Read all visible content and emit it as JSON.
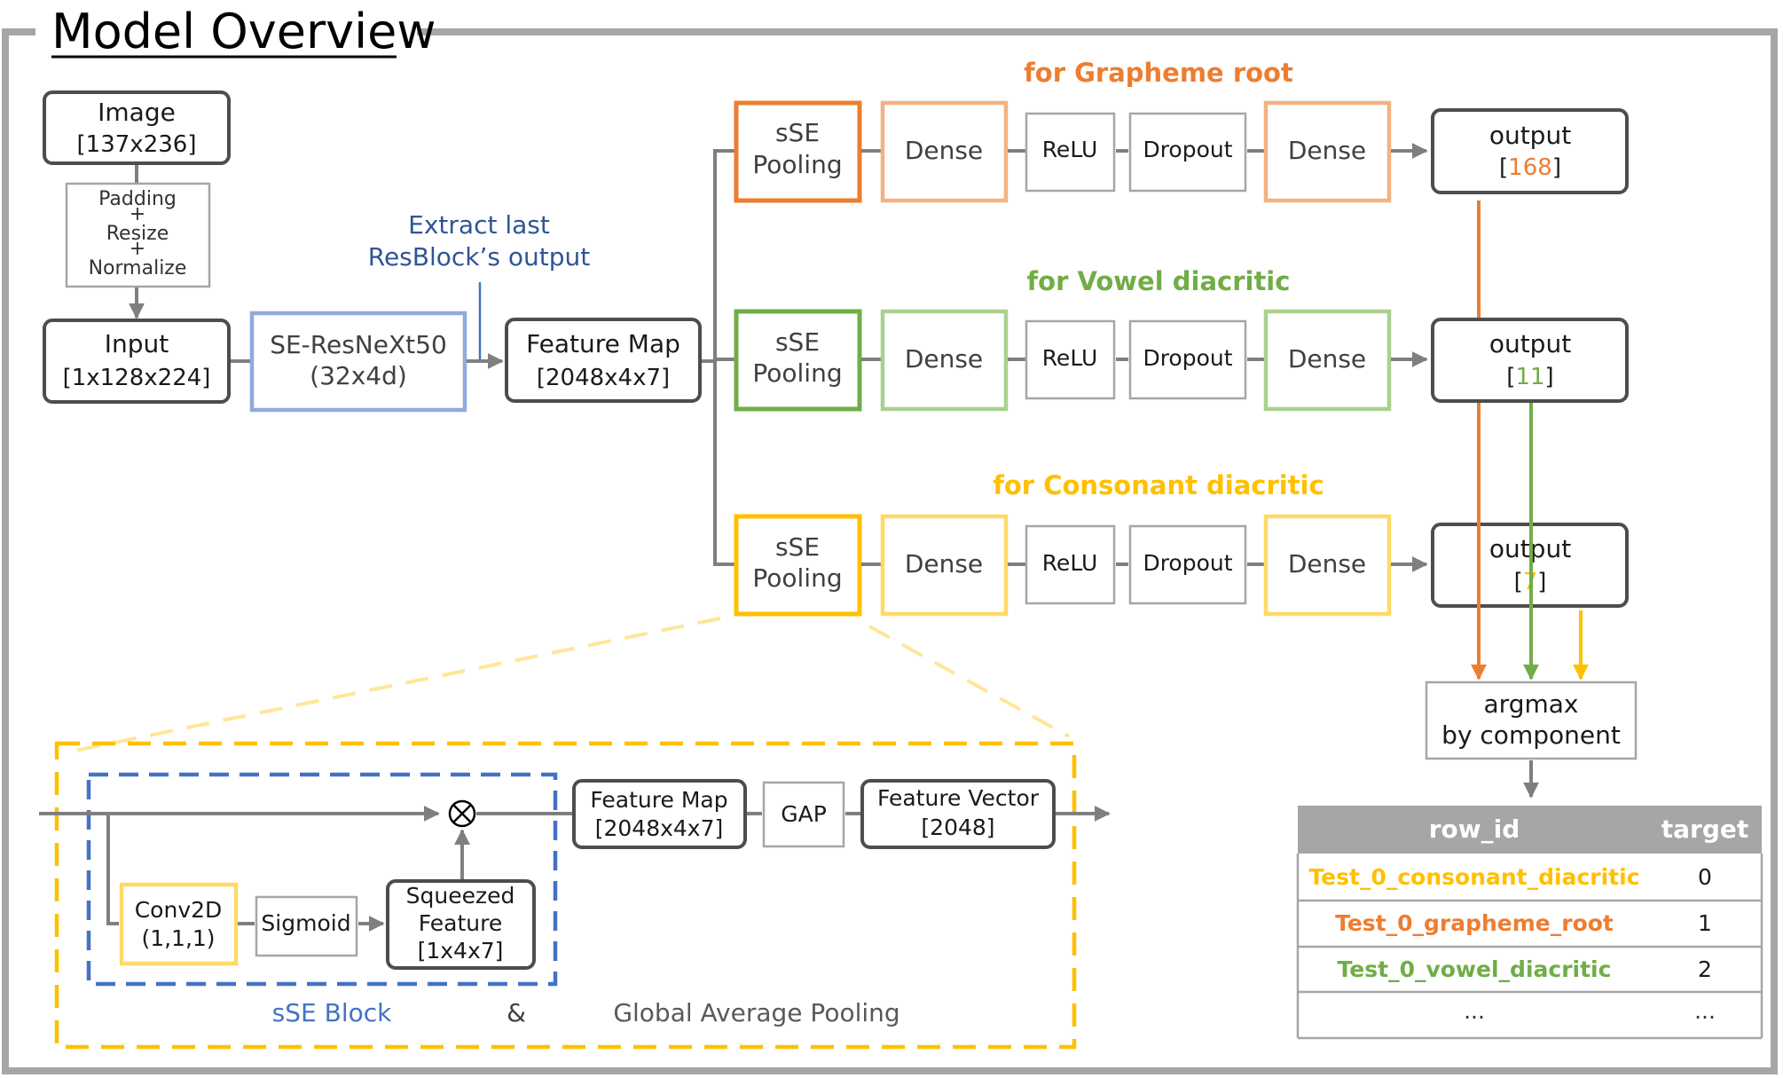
{
  "title": "Model Overview",
  "colors": {
    "grapheme": "#ED7D31",
    "grapheme_light": "#F4B183",
    "vowel": "#70AD47",
    "vowel_light": "#A9D18E",
    "consonant": "#FFC000",
    "consonant_light": "#FFD966",
    "resnext": "#8FAADC",
    "sse_block": "#4472C4",
    "extract_text": "#2F5597",
    "table_header": "#A6A6A6"
  },
  "image_node": {
    "line1": "Image",
    "line2": "[137x236]"
  },
  "preprocess": {
    "line1": "Padding",
    "plus1": "+",
    "line2": "Resize",
    "plus2": "+",
    "line3": "Normalize"
  },
  "input_node": {
    "line1": "Input",
    "line2": "[1x128x224]"
  },
  "backbone": {
    "line1": "SE-ResNeXt50",
    "line2": "(32x4d)"
  },
  "extract_note": {
    "line1": "Extract last",
    "line2": "ResBlock’s output"
  },
  "feature_map": {
    "line1": "Feature Map",
    "line2": "[2048x4x7]"
  },
  "head_layers": {
    "sse_line1": "sSE",
    "sse_line2": "Pooling",
    "dense": "Dense",
    "relu": "ReLU",
    "dropout": "Dropout",
    "output": "output"
  },
  "heads": [
    {
      "label": "for Grapheme root",
      "output_dim": "168"
    },
    {
      "label": "for Vowel diacritic",
      "output_dim": "11"
    },
    {
      "label": "for Consonant diacritic",
      "output_dim": "7"
    }
  ],
  "bracket_open": "[",
  "bracket_close": "]",
  "argmax": {
    "line1": "argmax",
    "line2": "by component"
  },
  "result_table": {
    "headers": [
      "row_id",
      "target"
    ],
    "rows": [
      {
        "row_id": "Test_0_consonant_diacritic",
        "target": "0",
        "color": "#FFC000"
      },
      {
        "row_id": "Test_0_grapheme_root",
        "target": "1",
        "color": "#ED7D31"
      },
      {
        "row_id": "Test_0_vowel_diacritic",
        "target": "2",
        "color": "#70AD47"
      },
      {
        "row_id": "...",
        "target": "...",
        "color": "#333333"
      }
    ]
  },
  "detail": {
    "multiply_symbol": "⊗",
    "conv2d": {
      "line1": "Conv2D",
      "line2": "(1,1,1)"
    },
    "sigmoid": "Sigmoid",
    "squeezed": {
      "line1": "Squeezed",
      "line2": "Feature",
      "line3": "[1x4x7]"
    },
    "feature_map": {
      "line1": "Feature Map",
      "line2": "[2048x4x7]"
    },
    "gap": "GAP",
    "feature_vector": {
      "line1": "Feature Vector",
      "line2": "[2048]"
    },
    "sse_block_label": "sSE Block",
    "ampersand": "&",
    "gap_label": "Global Average Pooling"
  }
}
